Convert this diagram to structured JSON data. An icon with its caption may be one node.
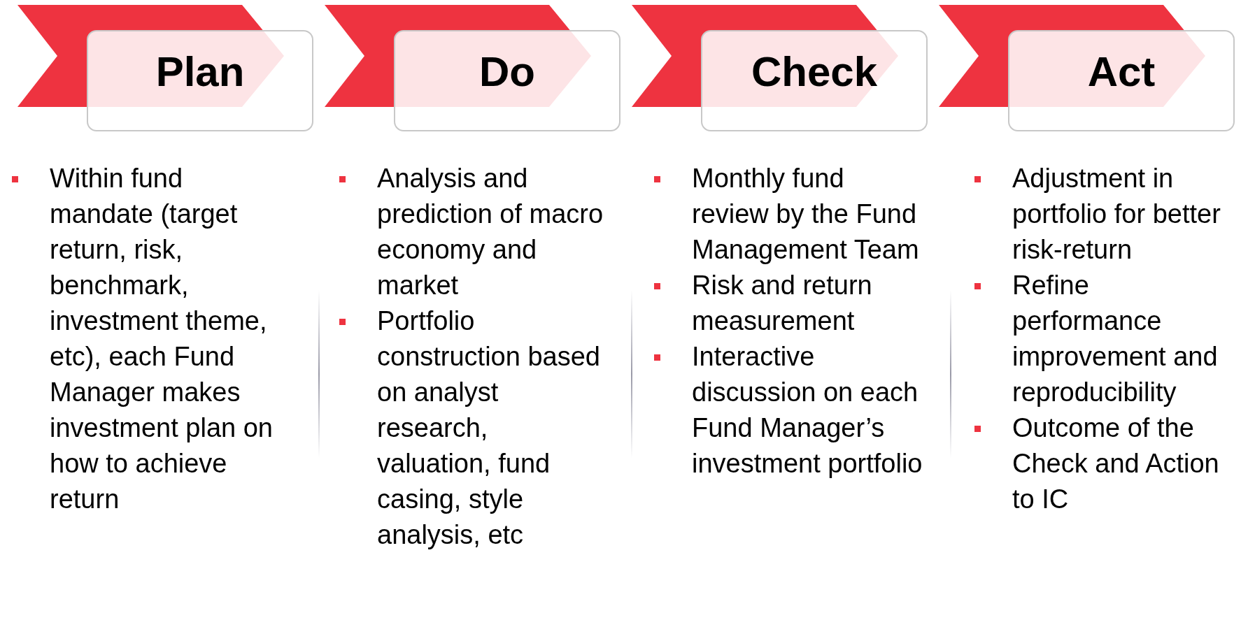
{
  "diagram": {
    "nodes": [
      {
        "text": [
          "Plan"
        ],
        "beside": [
          "Within fund mandate (target return, risk, benchmark, investment theme, etc), each Fund Manager makes investment plan on how to achieve return"
        ]
      },
      {
        "text": [
          "Do"
        ],
        "beside": [
          "Analysis and prediction of macro economy and market",
          "Portfolio construction based on analyst research, valuation, fund casing, style analysis, etc"
        ]
      },
      {
        "text": [
          "Check"
        ],
        "beside": [
          "Monthly fund review by the Fund Management Team",
          "Risk and return measurement",
          "Interactive discussion on each Fund Manager’s investment portfolio"
        ]
      },
      {
        "text": [
          "Act"
        ],
        "beside": [
          "Adjustment in portfolio for better risk-return",
          "Refine performance improvement and reproducibility",
          "Outcome of the Check and Action to IC"
        ]
      }
    ]
  }
}
